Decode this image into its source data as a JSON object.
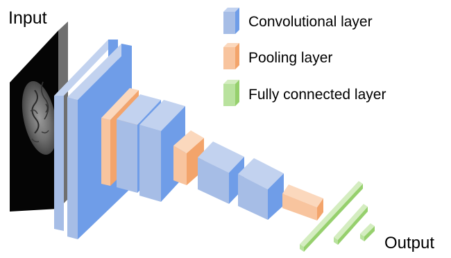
{
  "labels": {
    "input": "Input",
    "output": "Output"
  },
  "legend": [
    {
      "key": "conv",
      "text": "Convolutional layer",
      "color": "#a6bde6"
    },
    {
      "key": "pool",
      "text": "Pooling layer",
      "color": "#f8c49e"
    },
    {
      "key": "fc",
      "text": "Fully connected layer",
      "color": "#b9e29e"
    }
  ],
  "colors": {
    "conv_front": "#a6bde6",
    "conv_top": "#c2d2ef",
    "conv_side": "#6f9de8",
    "pool_front": "#f8c49e",
    "pool_top": "#fbd8bd",
    "pool_side": "#f3a46b",
    "fc_front": "#b9e29e",
    "fc_top": "#d4edc0",
    "fc_side": "#96d06d",
    "input_front": "#050505",
    "input_side": "#6f6f6f"
  },
  "icons": {
    "input_image": "brain-mri-slice-icon"
  }
}
